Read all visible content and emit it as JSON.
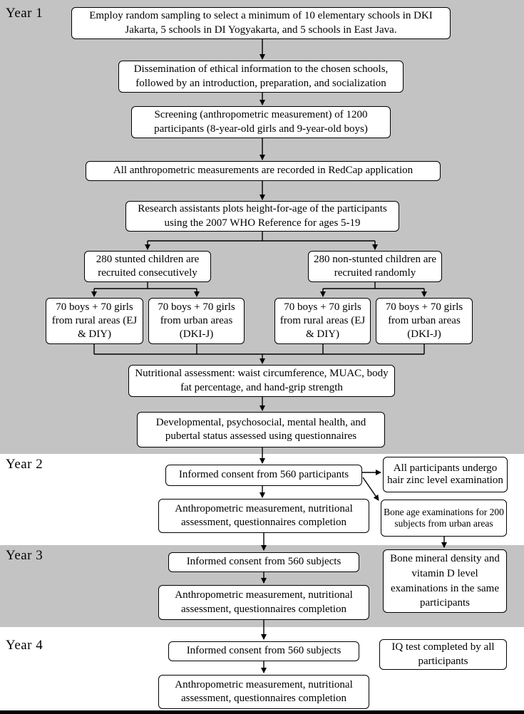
{
  "years": [
    "Year 1",
    "Year 2",
    "Year 3",
    "Year 4"
  ],
  "year1": {
    "box_sampling": "Employ random sampling to select a minimum of 10 elementary schools in DKI Jakarta, 5 schools in DI Yogyakarta, and 5 schools in East Java.",
    "box_dissemination": "Dissemination of ethical information to the chosen schools, followed by an introduction, preparation, and socialization",
    "box_screening": "Screening (anthropometric measurement) of 1200 participants (8-year-old girls and 9-year-old boys)",
    "box_redcap": "All anthropometric measurements are recorded in RedCap application",
    "box_who_reference": "Research assistants plots height-for-age of the participants using the 2007 WHO Reference for ages 5-19",
    "box_stunted": "280 stunted children are recruited consecutively",
    "box_non_stunted": "280 non-stunted children are recruited randomly",
    "group_rural_stunted": "70 boys + 70 girls from rural areas (EJ & DIY)",
    "group_urban_stunted": "70 boys + 70 girls from urban areas (DKI-J)",
    "group_rural_nonstunted": "70 boys + 70 girls from rural areas (EJ & DIY)",
    "group_urban_nonstunted": "70 boys + 70 girls from urban areas (DKI-J)",
    "box_nutritional": "Nutritional assessment: waist circumference, MUAC, body fat percentage, and hand-grip strength",
    "box_developmental": "Developmental, psychosocial, mental health, and pubertal status assessed using questionnaires"
  },
  "year2": {
    "box_consent": "Informed consent from 560 participants",
    "box_hair_zinc": "All participants undergo hair zinc level examination",
    "box_measurement": "Anthropometric measurement, nutritional assessment, questionnaires completion",
    "box_bone_age": "Bone age examinations for 200 subjects from urban areas"
  },
  "year3": {
    "box_consent": "Informed consent from 560 subjects",
    "box_bone_density": "Bone mineral density and vitamin D level examinations in the same participants",
    "box_measurement": "Anthropometric measurement, nutritional assessment, questionnaires completion"
  },
  "year4": {
    "box_consent": "Informed consent from 560 subjects",
    "box_iq": "IQ test completed by all participants",
    "box_measurement": "Anthropometric measurement, nutritional assessment, questionnaires completion"
  },
  "colors": {
    "band_gray": "#c3c3c3",
    "band_white": "#ffffff",
    "box_background": "#ffffff",
    "box_border": "#000000",
    "arrow": "#000000"
  }
}
